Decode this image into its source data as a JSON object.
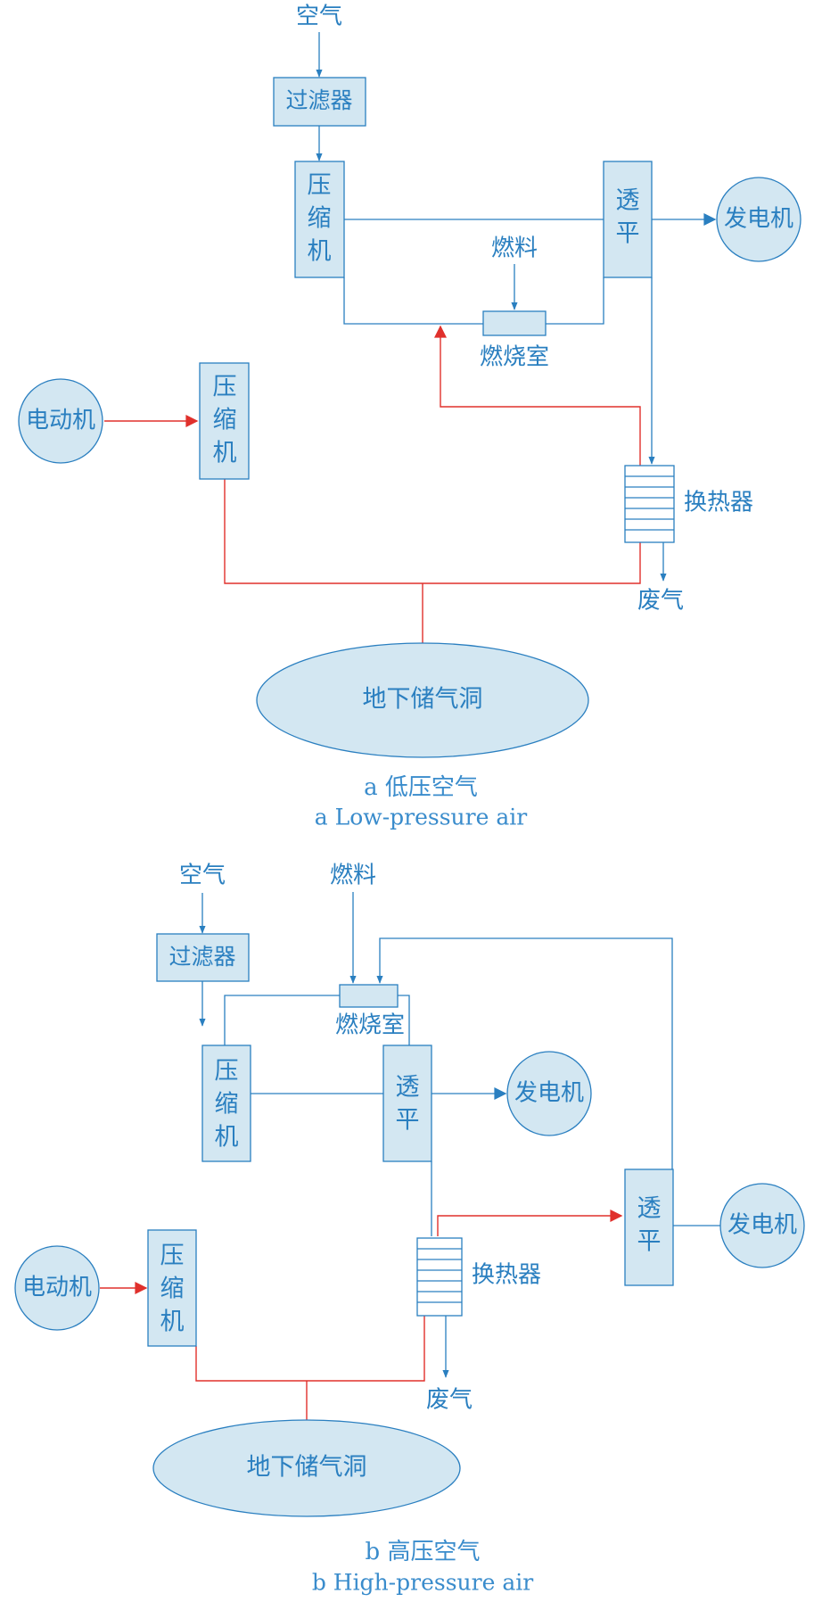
{
  "colors": {
    "line": "#2a7fc0",
    "fill": "#d3e7f2",
    "red_line": "#e0302c",
    "text": "#2a7fc0"
  },
  "a": {
    "air": "空气",
    "filter": "过滤器",
    "compressor": [
      "压",
      "缩",
      "机"
    ],
    "turbine": [
      "透",
      "平"
    ],
    "generator": "发电机",
    "fuel": "燃料",
    "combustor": "燃烧室",
    "motor": "电动机",
    "compressor2": [
      "压",
      "缩",
      "机"
    ],
    "heat_exchanger": "换热器",
    "exhaust": "废气",
    "cavern": "地下储气洞",
    "caption_cn": "a  低压空气",
    "caption_en": "a  Low-pressure air"
  },
  "b": {
    "air": "空气",
    "fuel": "燃料",
    "filter": "过滤器",
    "combustor": "燃烧室",
    "compressor": [
      "压",
      "缩",
      "机"
    ],
    "turbine": [
      "透",
      "平"
    ],
    "generator": "发电机",
    "turbine2": [
      "透",
      "平"
    ],
    "generator2": "发电机",
    "heat_exchanger": "换热器",
    "motor": "电动机",
    "compressor2": [
      "压",
      "缩",
      "机"
    ],
    "exhaust": "废气",
    "cavern": "地下储气洞",
    "caption_cn": "b  高压空气",
    "caption_en": "b  High-pressure air"
  }
}
